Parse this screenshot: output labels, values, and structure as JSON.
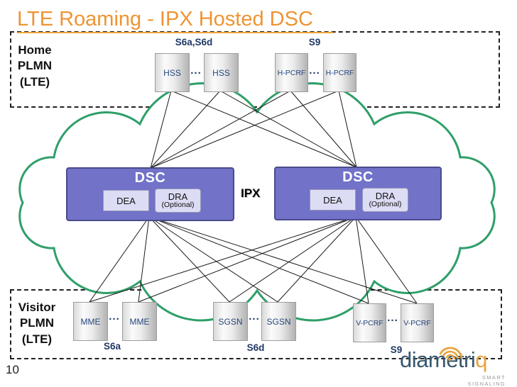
{
  "title": "LTE Roaming - IPX Hosted DSC",
  "page_number": "10",
  "ellipsis": "...",
  "home": {
    "label": "Home\nPLMN\n(LTE)",
    "iface_top_left": "S6a,S6d",
    "iface_top_right": "S9",
    "nodes": [
      "HSS",
      "HSS",
      "H-PCRF",
      "H-PCRF"
    ]
  },
  "ipx": {
    "label": "IPX",
    "dsc_title": "DSC",
    "dea": "DEA",
    "dra": "DRA",
    "dra_note": "(Optional)"
  },
  "visitor": {
    "label": "Visitor\nPLMN\n(LTE)",
    "nodes": [
      "MME",
      "MME",
      "SGSN",
      "SGSN",
      "V-PCRF",
      "V-PCRF"
    ],
    "ifaces": [
      "S6a",
      "S6d",
      "S9"
    ]
  },
  "logo": {
    "text_main": "diametri",
    "text_accent": "q",
    "tagline": "SMART SIGNALING"
  },
  "colors": {
    "title_orange": "#EE9433",
    "label_navy": "#1F3864",
    "node_text_navy": "#27477F",
    "dsc_purple": "#7172C8",
    "dsc_border": "#4B4B8C",
    "subbox_lavender": "#DCDCF4",
    "cloud_green": "#2F9F69",
    "line_black": "#1a1a1a",
    "logo_slate": "#37586E",
    "logo_orange": "#E8A33D"
  }
}
